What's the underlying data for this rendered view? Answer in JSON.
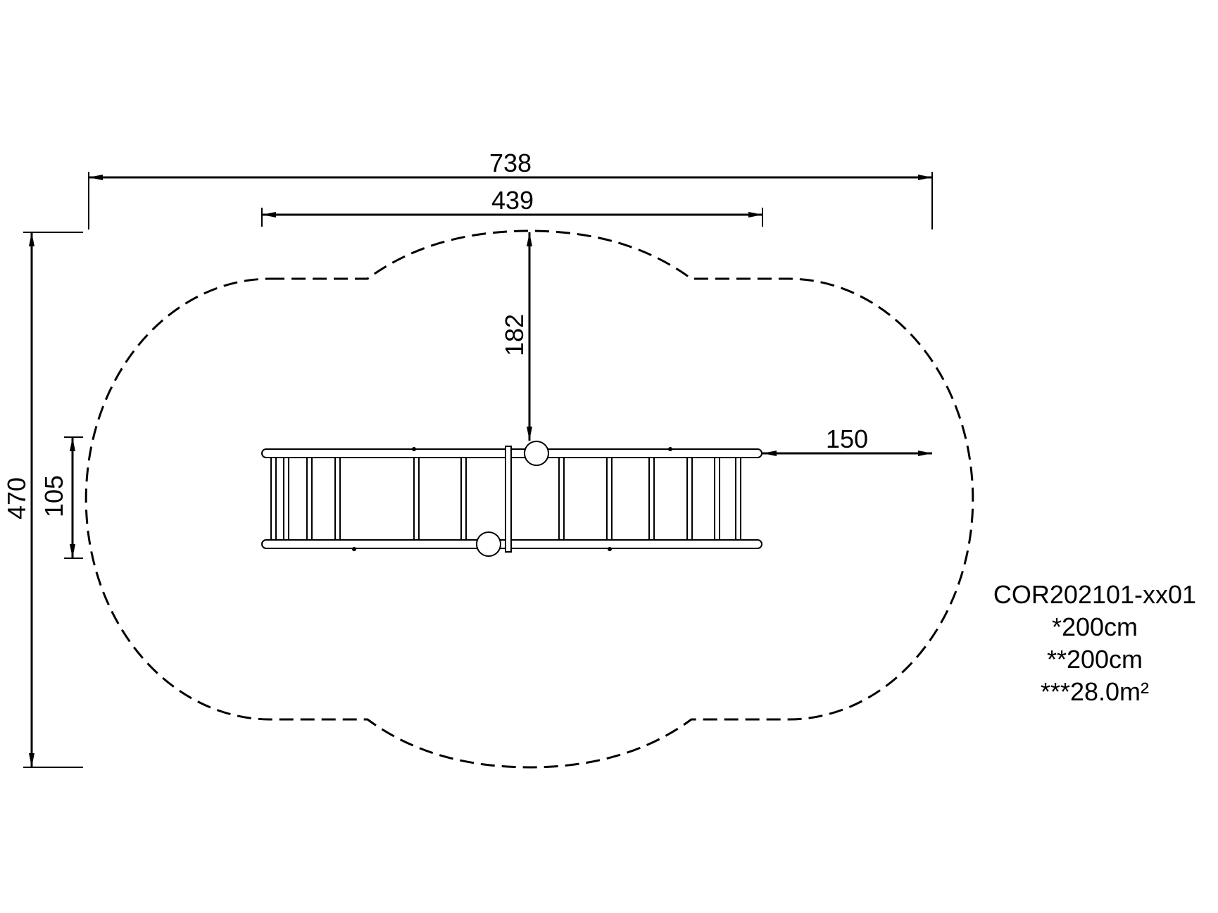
{
  "dimensions": {
    "overall_width": "738",
    "equipment_width": "439",
    "overall_height": "470",
    "equipment_depth": "105",
    "top_clearance": "182",
    "side_clearance": "150"
  },
  "spec": {
    "code": "COR202101-xx01",
    "line1": "*200cm",
    "line2": "**200cm",
    "line3": "***28.0m²"
  },
  "colors": {
    "stroke": "#000000",
    "background": "#ffffff"
  }
}
